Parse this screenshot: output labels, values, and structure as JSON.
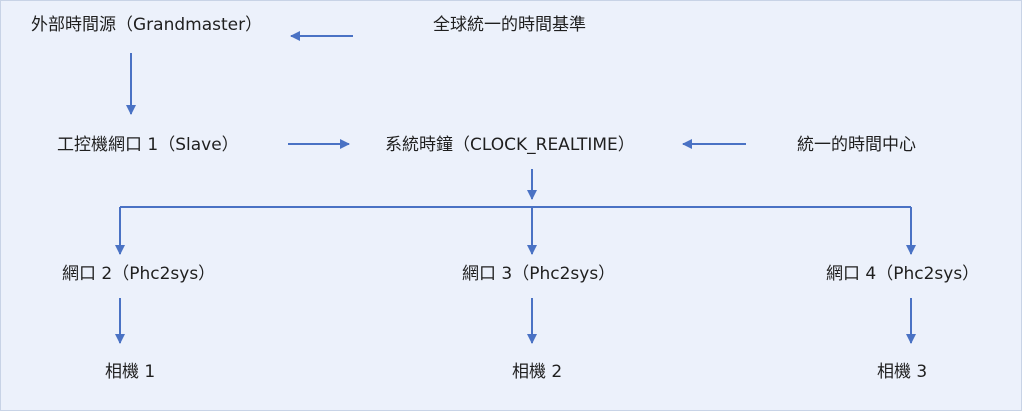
{
  "nodes": {
    "grandmaster": "外部時間源（Grandmaster）",
    "global_time_note": "全球統一的時間基準",
    "ipc_port1": "工控機網口 1（Slave）",
    "system_clock": "系統時鐘（CLOCK_REALTIME）",
    "time_center_note": "統一的時間中心",
    "port2": "網口 2（Phc2sys）",
    "port3": "網口 3（Phc2sys）",
    "port4": "網口 4（Phc2sys）",
    "camera1": "相機 1",
    "camera2": "相機 2",
    "camera3": "相機 3"
  },
  "colors": {
    "arrow": "#4a72c4",
    "background": "#ecf1fb",
    "text": "#1f1f1f"
  }
}
